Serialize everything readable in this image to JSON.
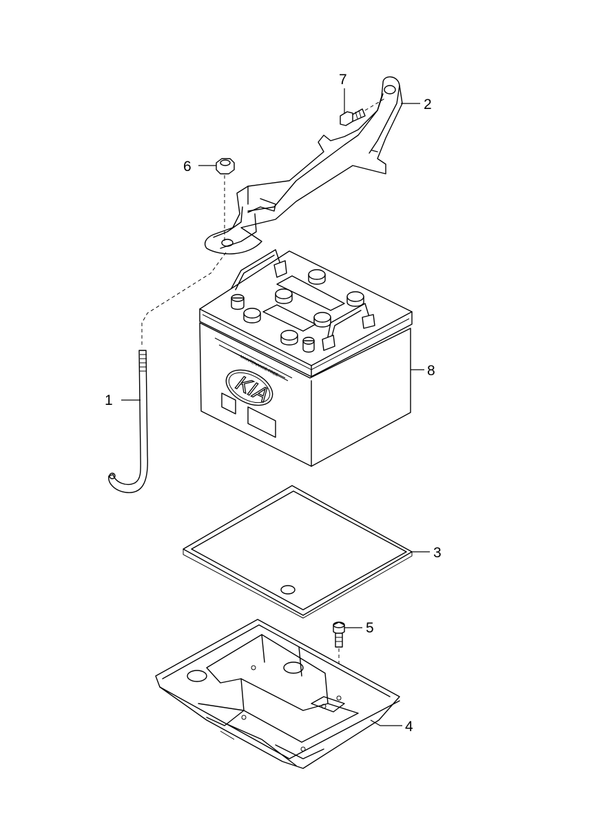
{
  "diagram": {
    "parts": [
      {
        "id": "1",
        "label": "1",
        "part": "hook-bolt"
      },
      {
        "id": "2",
        "label": "2",
        "part": "clamp-bracket"
      },
      {
        "id": "3",
        "label": "3",
        "part": "battery-tray-insulator"
      },
      {
        "id": "4",
        "label": "4",
        "part": "battery-tray"
      },
      {
        "id": "5",
        "label": "5",
        "part": "tray-bolt"
      },
      {
        "id": "6",
        "label": "6",
        "part": "nut"
      },
      {
        "id": "7",
        "label": "7",
        "part": "clamp-bolt"
      },
      {
        "id": "8",
        "label": "8",
        "part": "battery"
      }
    ],
    "battery_logo": "KIA"
  }
}
